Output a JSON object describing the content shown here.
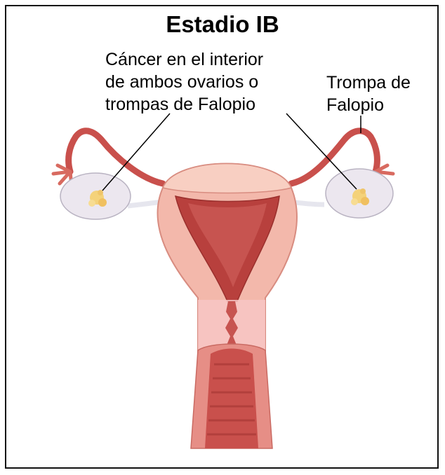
{
  "diagram": {
    "title": "Estadio IB",
    "labels": {
      "cancer": [
        "Cáncer en el interior",
        "de ambos ovarios o",
        "trompas de Falopio"
      ],
      "tube": [
        "Trompa de",
        "Falopio"
      ]
    },
    "colors": {
      "frame": "#111111",
      "tissue": "#f3b8ab",
      "tissue_dark": "#c9504c",
      "cavity": "#b8403d",
      "ovary": "#ece7ef",
      "tumor": "#f4d27a",
      "cervix_band": "#f7c5c4"
    }
  }
}
